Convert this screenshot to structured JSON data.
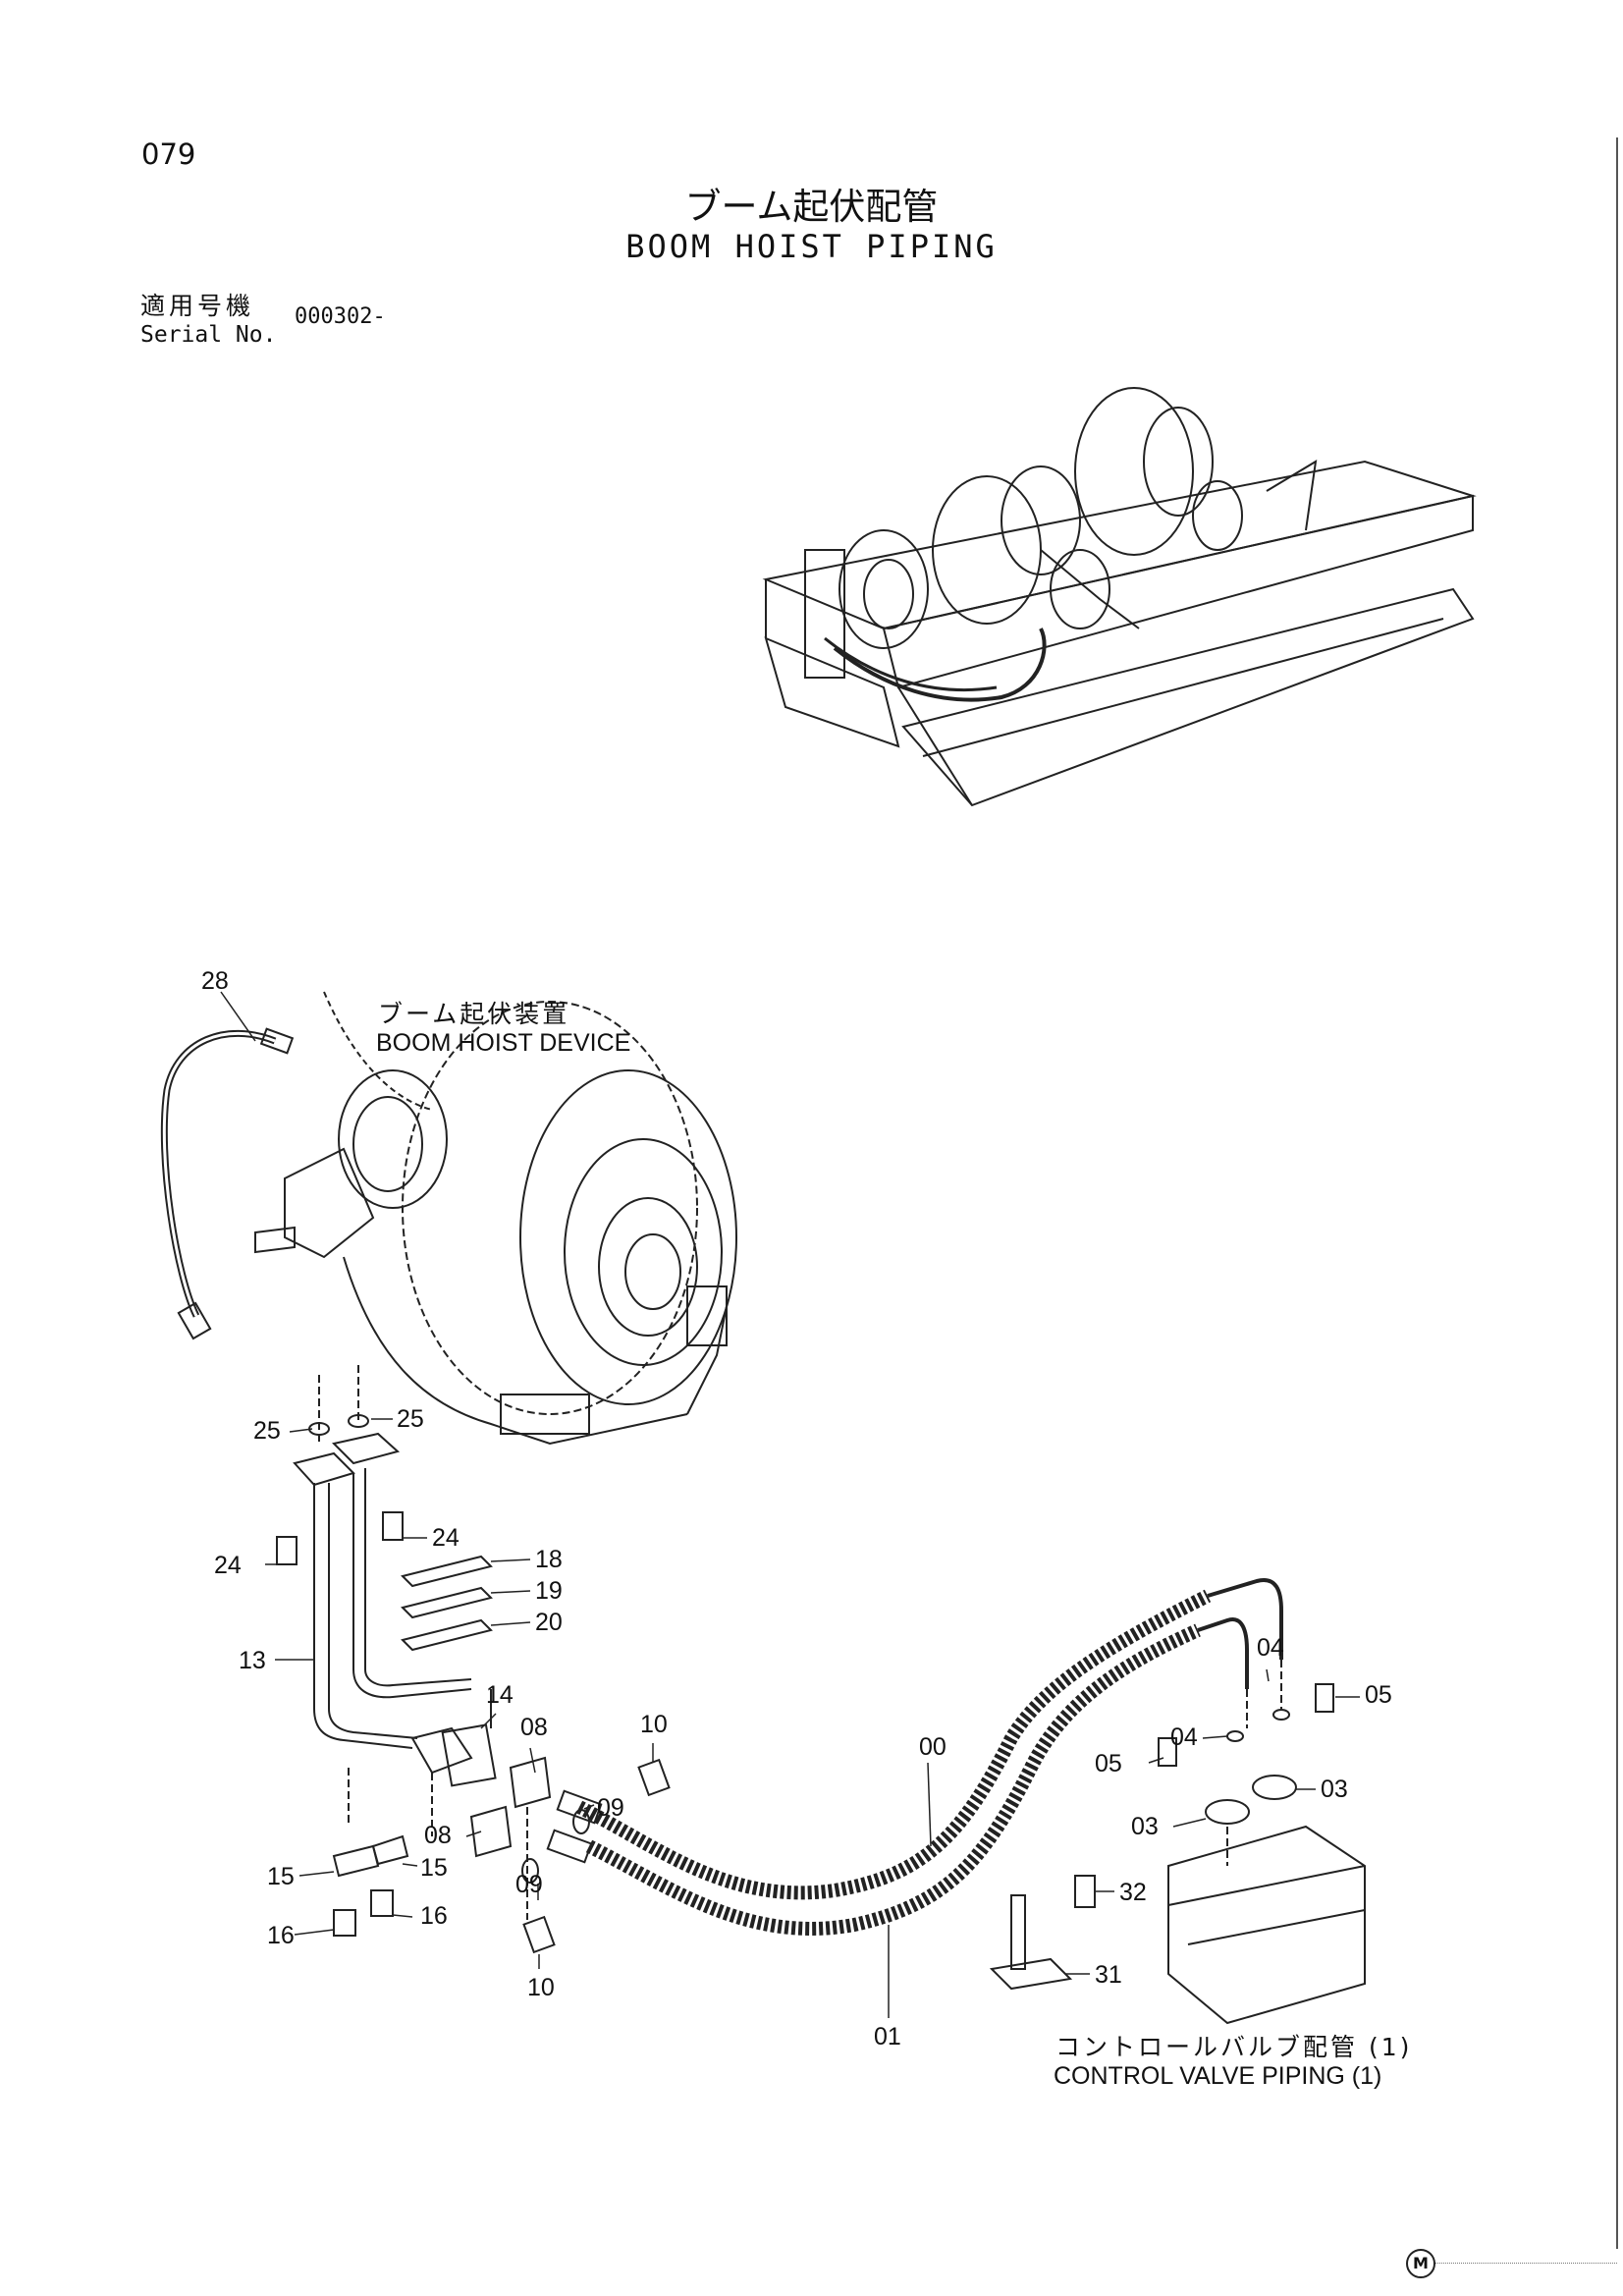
{
  "page": {
    "number": "079",
    "title_jp": "ブーム起伏配管",
    "title_en": "BOOM HOIST PIPING",
    "serial_label_jp": "適用号機",
    "serial_label_en": "Serial No.",
    "serial_value": "000302-"
  },
  "labels": {
    "hoist_device_jp": "ブーム起伏装置",
    "hoist_device_en": "BOOM HOIST DEVICE",
    "control_valve_jp": "コントロールバルブ配管 (1)",
    "control_valve_en": "CONTROL VALVE PIPING (1)"
  },
  "parts": [
    "28",
    "25",
    "25",
    "24",
    "24",
    "18",
    "19",
    "20",
    "13",
    "14",
    "08",
    "08",
    "10",
    "10",
    "09",
    "09",
    "15",
    "15",
    "16",
    "16",
    "00",
    "01",
    "04",
    "04",
    "05",
    "05",
    "03",
    "03",
    "32",
    "31"
  ],
  "footer": {
    "mark": "M"
  }
}
